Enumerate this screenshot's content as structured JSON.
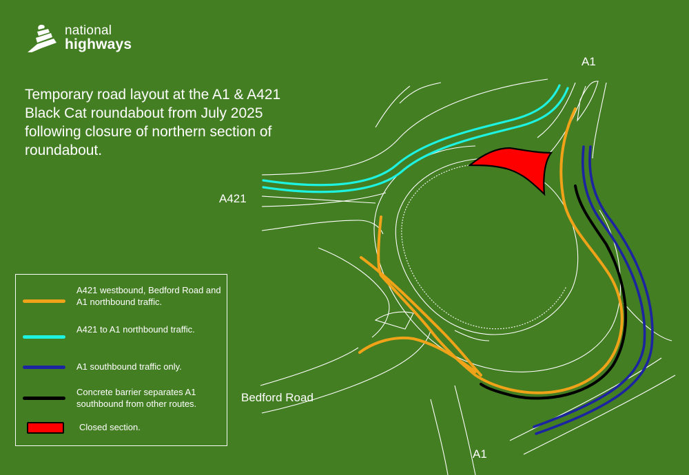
{
  "logo": {
    "line1": "national",
    "line2": "highways"
  },
  "title": "Temporary road layout at the A1 & A421 Black Cat roundabout from July 2025 following closure of northern section of roundabout.",
  "labels": {
    "a1_north": "A1",
    "a421": "A421",
    "bedford_road": "Bedford Road",
    "a1_south": "A1"
  },
  "legend": {
    "items": [
      {
        "key": "orange",
        "color": "#f0a318",
        "text": "A421 westbound, Bedford Road and A1 northbound traffic."
      },
      {
        "key": "cyan",
        "color": "#1ef2e0",
        "text": "A421 to A1 northbound traffic."
      },
      {
        "key": "blue",
        "color": "#1c24a0",
        "text": "A1 southbound traffic only."
      },
      {
        "key": "black",
        "color": "#000000",
        "text": "Concrete barrier separates A1 southbound from other routes."
      },
      {
        "key": "red",
        "color": "#ff0000",
        "text": "Closed section."
      }
    ]
  },
  "colors": {
    "background": "#437e23",
    "road_outline": "#ffffff",
    "orange_route": "#f0a318",
    "cyan_route": "#1ef2e0",
    "blue_route": "#1c24a0",
    "barrier": "#000000",
    "closed": "#ff0000"
  }
}
